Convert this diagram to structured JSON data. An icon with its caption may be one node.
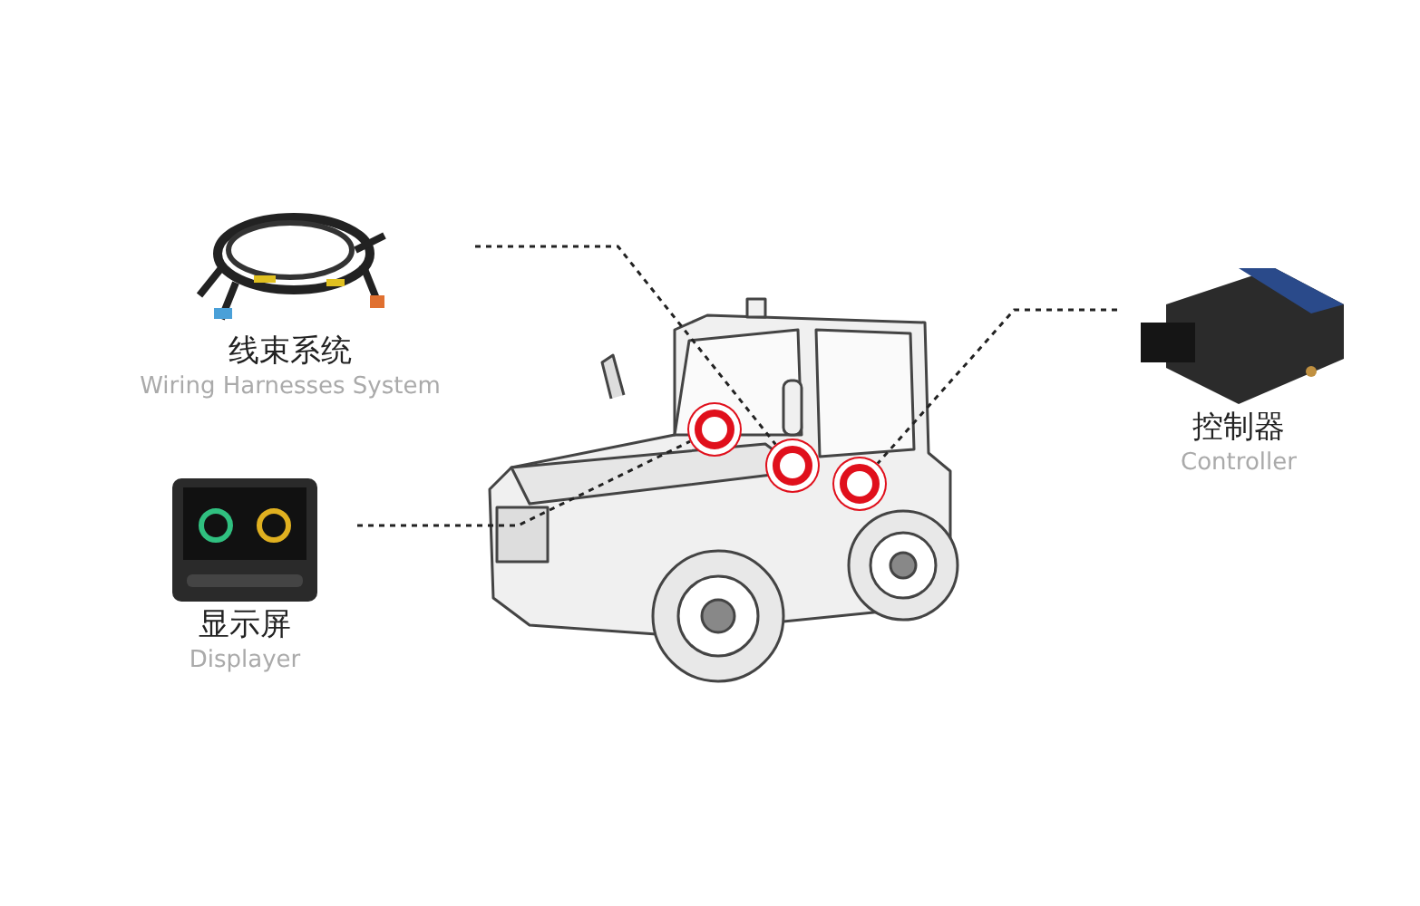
{
  "diagram": {
    "nodes": [
      {
        "text": [
          "线束系统",
          "Wiring Harnesses System"
        ]
      },
      {
        "text": [
          "显示屏",
          "Displayer"
        ]
      },
      {
        "text": [
          "控制器",
          "Controller"
        ]
      },
      {
        "text": [],
        "shape": "picture"
      },
      {
        "text": [],
        "shape": "circle",
        "in": 3
      },
      {
        "text": [],
        "shape": "circle",
        "in": 3
      },
      {
        "text": [],
        "shape": "circle",
        "in": 3
      }
    ],
    "edges": [
      {
        "from": 0,
        "to": 5,
        "arrow": "none",
        "style": "dashed"
      },
      {
        "from": 1,
        "to": 4,
        "arrow": "none",
        "style": "dashed"
      },
      {
        "from": 2,
        "to": 6,
        "arrow": "none",
        "style": "dashed"
      }
    ]
  }
}
